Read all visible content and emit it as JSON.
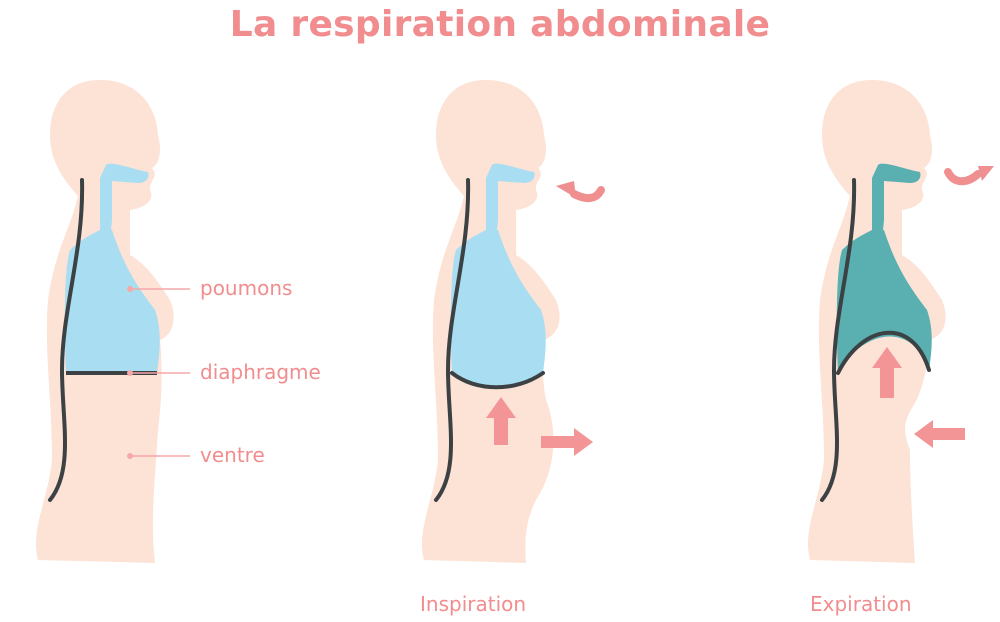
{
  "title": "La respiration abdominale",
  "labels": {
    "lungs": "poumons",
    "diaphragm": "diaphragme",
    "belly": "ventre"
  },
  "captions": {
    "inspiration": "Inspiration",
    "expiration": "Expiration"
  },
  "colors": {
    "accent": "#f18d8e",
    "skin": "#fde2d6",
    "air_in": "#a8ddf2",
    "air_out": "#5aafb0",
    "outline": "#3c4144",
    "leader": "#f5a8a8"
  },
  "icons": {
    "arrow": "arrow-icon",
    "curved_arrow": "curved-arrow-icon"
  }
}
